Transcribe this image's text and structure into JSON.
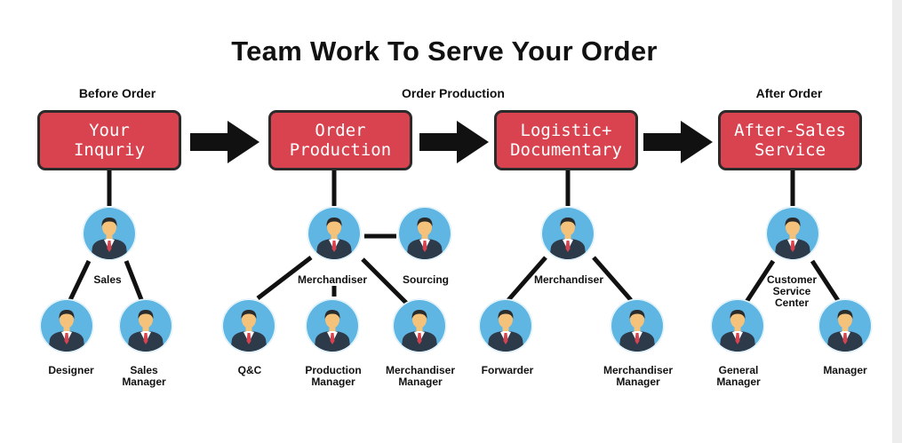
{
  "title": "Team Work To Serve Your Order",
  "phases": {
    "before": "Before Order",
    "production": "Order Production",
    "after": "After Order"
  },
  "stages": {
    "inquiry": "Your\nInquriy",
    "production": "Order\nProduction",
    "logistic": "Logistic+\nDocumentary",
    "after_sales": "After-Sales\nService"
  },
  "roles": {
    "sales": "Sales",
    "designer": "Designer",
    "sales_manager": "Sales\nManager",
    "merchandiser_1": "Merchandiser",
    "sourcing": "Sourcing",
    "qc": "Q&C",
    "production_manager": "Production\nManager",
    "merchandiser_manager_1": "Merchandiser\nManager",
    "merchandiser_2": "Merchandiser",
    "forwarder": "Forwarder",
    "merchandiser_manager_2": "Merchandiser\nManager",
    "customer_service": "Customer\nService\nCenter",
    "general_manager": "General\nManager",
    "manager": "Manager"
  },
  "icons": {
    "stage_arrow": "right-arrow-icon",
    "person": "businessman-avatar-icon"
  },
  "colors": {
    "stage_fill": "#d9434f",
    "stage_border": "#2b2b2b",
    "avatar_circle": "#5fb6e3",
    "suit": "#2d3a4a",
    "tie": "#d9434f",
    "skin": "#f4c27b",
    "hair": "#2b2b2b"
  }
}
